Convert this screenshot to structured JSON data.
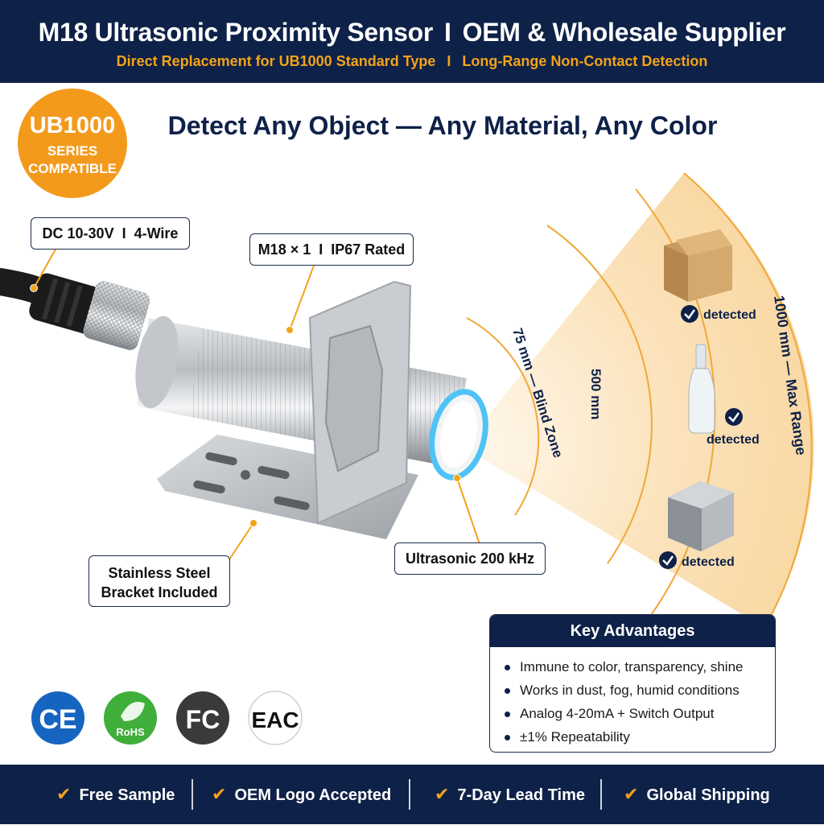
{
  "header": {
    "title_left": "M18 Ultrasonic Proximity Sensor",
    "title_sep": "I",
    "title_right": "OEM & Wholesale Supplier",
    "subtitle_left": "Direct Replacement for UB1000 Standard Type",
    "subtitle_sep": "I",
    "subtitle_right": "Long-Range Non-Contact Detection"
  },
  "badge": {
    "line1": "UB1000",
    "line2": "SERIES",
    "line3": "COMPATIBLE"
  },
  "headline": "Detect Any Object — Any Material, Any Color",
  "callouts": {
    "power_left": "DC 10-30V",
    "power_sep": "I",
    "power_right": "4-Wire",
    "thread_left": "M18 × 1",
    "thread_sep": "I",
    "thread_right": "IP67 Rated",
    "bracket_line1": "Stainless Steel",
    "bracket_line2": "Bracket Included",
    "frequency": "Ultrasonic 200 kHz"
  },
  "range": {
    "blind_zone": "75 mm — Blind Zone",
    "mid": "500 mm",
    "max": "1000 mm — Max Range"
  },
  "detected_items": [
    {
      "icon": "cardboard-box-icon",
      "label": "detected"
    },
    {
      "icon": "glass-bottle-icon",
      "label": "detected"
    },
    {
      "icon": "metal-cube-icon",
      "label": "detected"
    }
  ],
  "key_advantages": {
    "title": "Key Advantages",
    "items": [
      "Immune to color, transparency, shine",
      "Works in dust, fog, humid conditions",
      "Analog 4-20mA + Switch Output",
      "±1% Repeatability"
    ]
  },
  "certifications": [
    {
      "icon": "ce-mark-icon",
      "label": "CE",
      "color": "#1565c0"
    },
    {
      "icon": "rohs-leaf-icon",
      "label": "RoHS",
      "color": "#3fae3a"
    },
    {
      "icon": "fcc-mark-icon",
      "label": "FC",
      "color": "#3a3a3a"
    },
    {
      "icon": "eac-mark-icon",
      "label": "EAC",
      "color": "#ffffff"
    }
  ],
  "footer": {
    "items": [
      "Free Sample",
      "OEM Logo Accepted",
      "7-Day Lead Time",
      "Global Shipping"
    ]
  },
  "colors": {
    "navy": "#0e2148",
    "orange": "#f2a31a",
    "beam": "#fbe3bd"
  }
}
